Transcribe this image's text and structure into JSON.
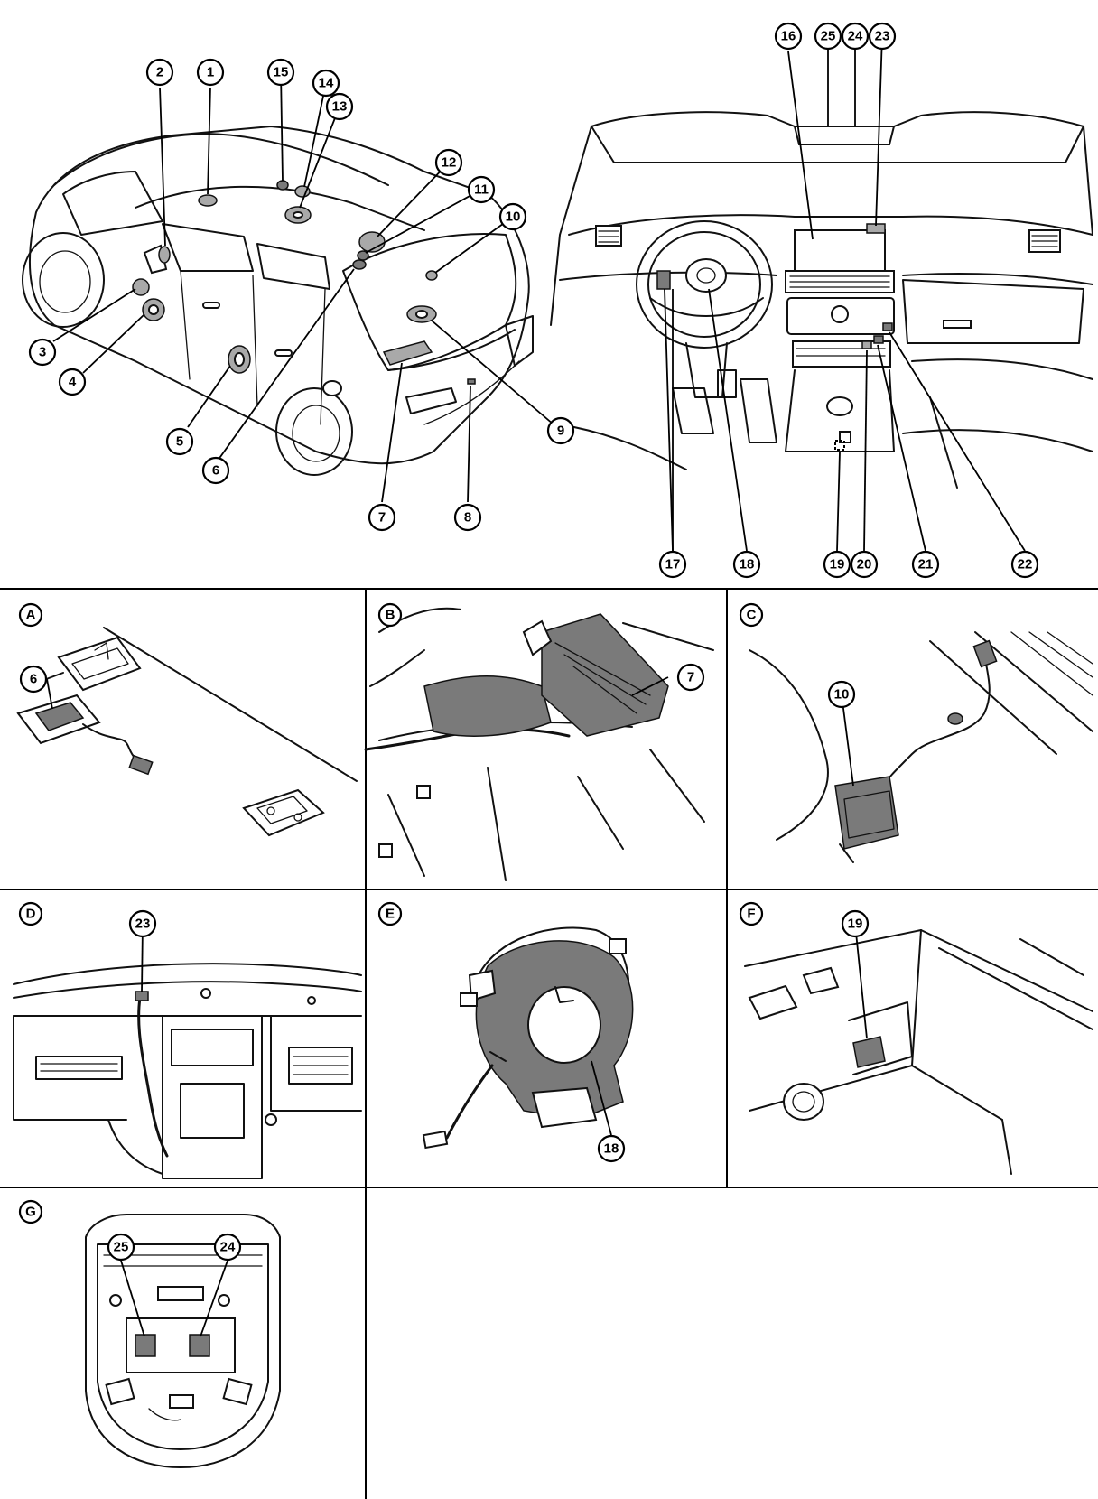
{
  "diagram": {
    "callouts": [
      "1",
      "2",
      "3",
      "4",
      "5",
      "6",
      "7",
      "8",
      "9",
      "10",
      "11",
      "12",
      "13",
      "14",
      "15",
      "16",
      "17",
      "18",
      "19",
      "20",
      "21",
      "22",
      "23",
      "24",
      "25"
    ],
    "panels": {
      "A": {
        "letter": "A",
        "callouts": [
          "6"
        ]
      },
      "B": {
        "letter": "B",
        "callouts": [
          "7"
        ]
      },
      "C": {
        "letter": "C",
        "callouts": [
          "10"
        ]
      },
      "D": {
        "letter": "D",
        "callouts": [
          "23"
        ]
      },
      "E": {
        "letter": "E",
        "callouts": [
          "18"
        ]
      },
      "F": {
        "letter": "F",
        "callouts": [
          "19"
        ]
      },
      "G": {
        "letter": "G",
        "callouts": [
          "25",
          "24"
        ]
      }
    }
  }
}
